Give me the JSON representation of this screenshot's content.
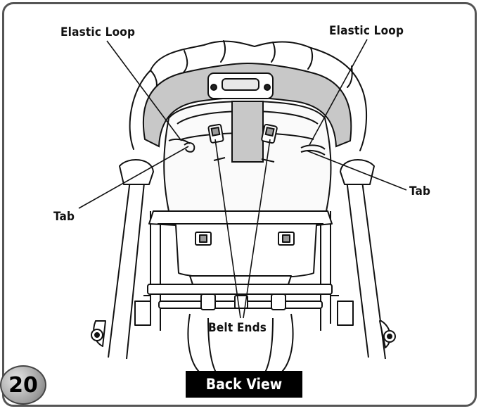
{
  "labels": {
    "elastic_loop_left": "Elastic Loop",
    "elastic_loop_right": "Elastic Loop",
    "tab_left": "Tab",
    "tab_right": "Tab",
    "belt_ends": "Belt Ends"
  },
  "step_number": "20",
  "caption": "Back View",
  "colors": {
    "frame": "#555555",
    "canopy_fill": "#c8c8c8",
    "line": "#111111",
    "caption_bg": "#000000",
    "caption_text": "#ffffff"
  }
}
